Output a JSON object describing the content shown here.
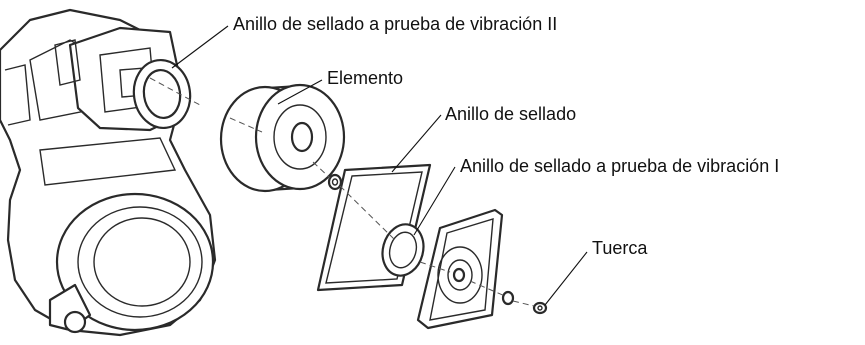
{
  "labels": {
    "seal_ring_2": "Anillo de sellado a prueba de vibración II",
    "element": "Elemento",
    "seal_ring": "Anillo de sellado",
    "seal_ring_1": "Anillo de sellado a prueba de vibración I",
    "nut": "Tuerca"
  },
  "colors": {
    "line": "#2a2a2a",
    "text": "#111111",
    "background": "#ffffff"
  }
}
